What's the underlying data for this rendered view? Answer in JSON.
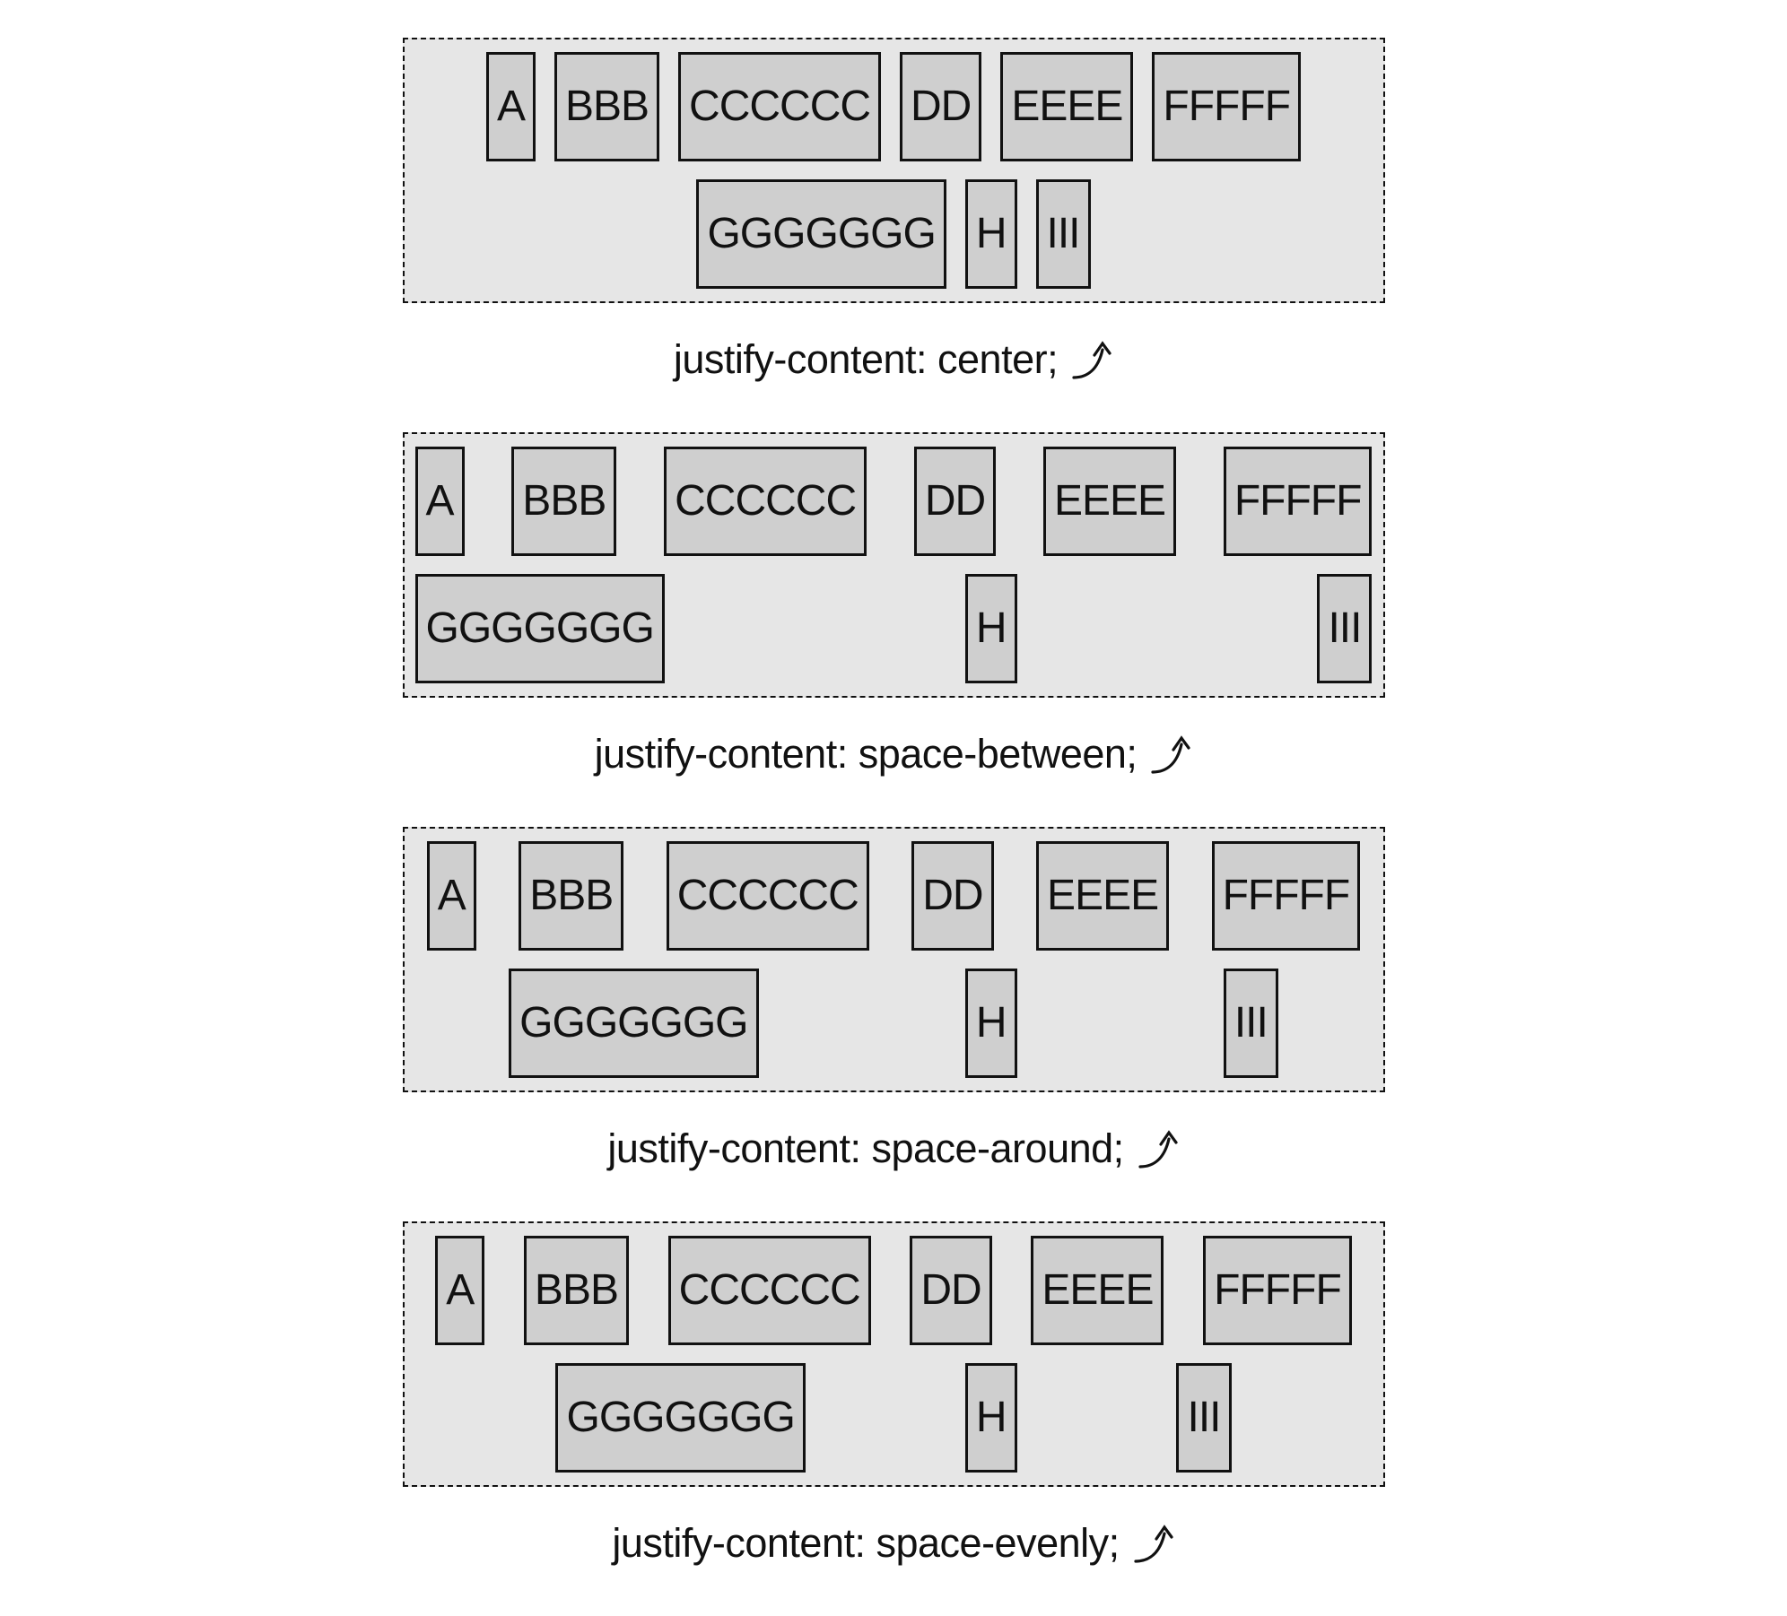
{
  "items": {
    "a": "A",
    "b": "BBB",
    "c": "CCCCCC",
    "d": "DD",
    "e": "EEEE",
    "f": "FFFFF",
    "g": "GGGGGGG",
    "h": "H",
    "i": "III"
  },
  "panels": [
    {
      "justify": "center",
      "caption": "justify-content: center;"
    },
    {
      "justify": "space-between",
      "caption": "justify-content: space-between;"
    },
    {
      "justify": "space-around",
      "caption": "justify-content: space-around;"
    },
    {
      "justify": "space-evenly",
      "caption": "justify-content: space-evenly;"
    }
  ],
  "colors": {
    "container_background": "#e6e6e6",
    "item_background": "#cfcfcf",
    "border": "#111111",
    "text": "#111111",
    "page_background": "#ffffff"
  }
}
